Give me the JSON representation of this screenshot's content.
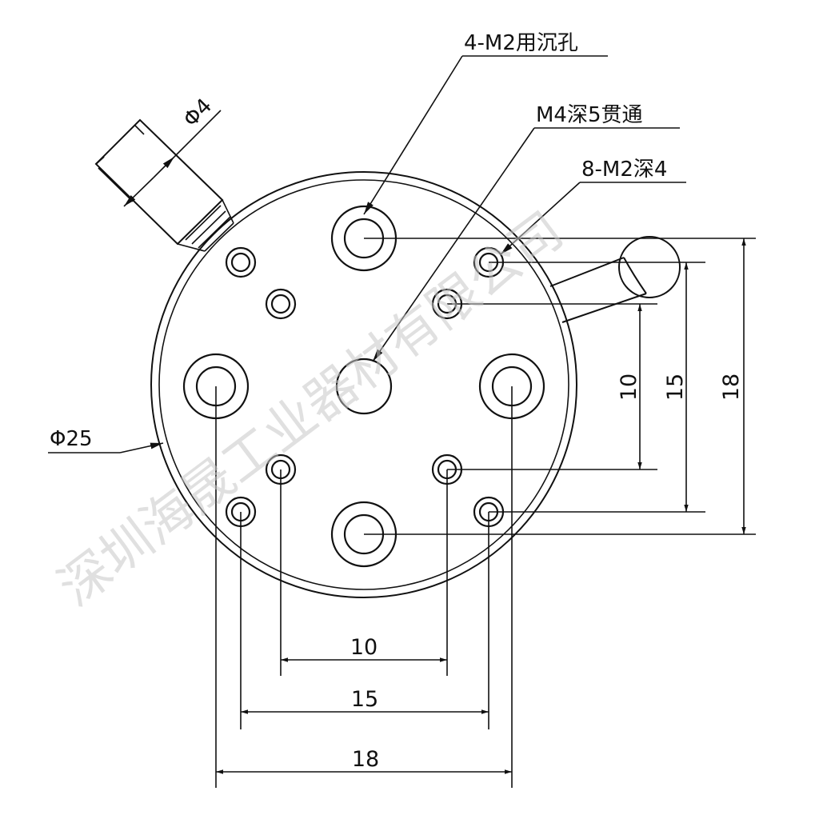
{
  "labels": {
    "callout_1": "4-M2用沉孔",
    "callout_2": "M4深5贯通",
    "callout_3": "8-M2深4",
    "diameter_small": "Φ4",
    "diameter_large": "Φ25"
  },
  "dimensions": {
    "horizontal": [
      "10",
      "15",
      "18"
    ],
    "vertical": [
      "10",
      "15",
      "18"
    ]
  },
  "watermark": "深圳海晟工业器材有限公司"
}
